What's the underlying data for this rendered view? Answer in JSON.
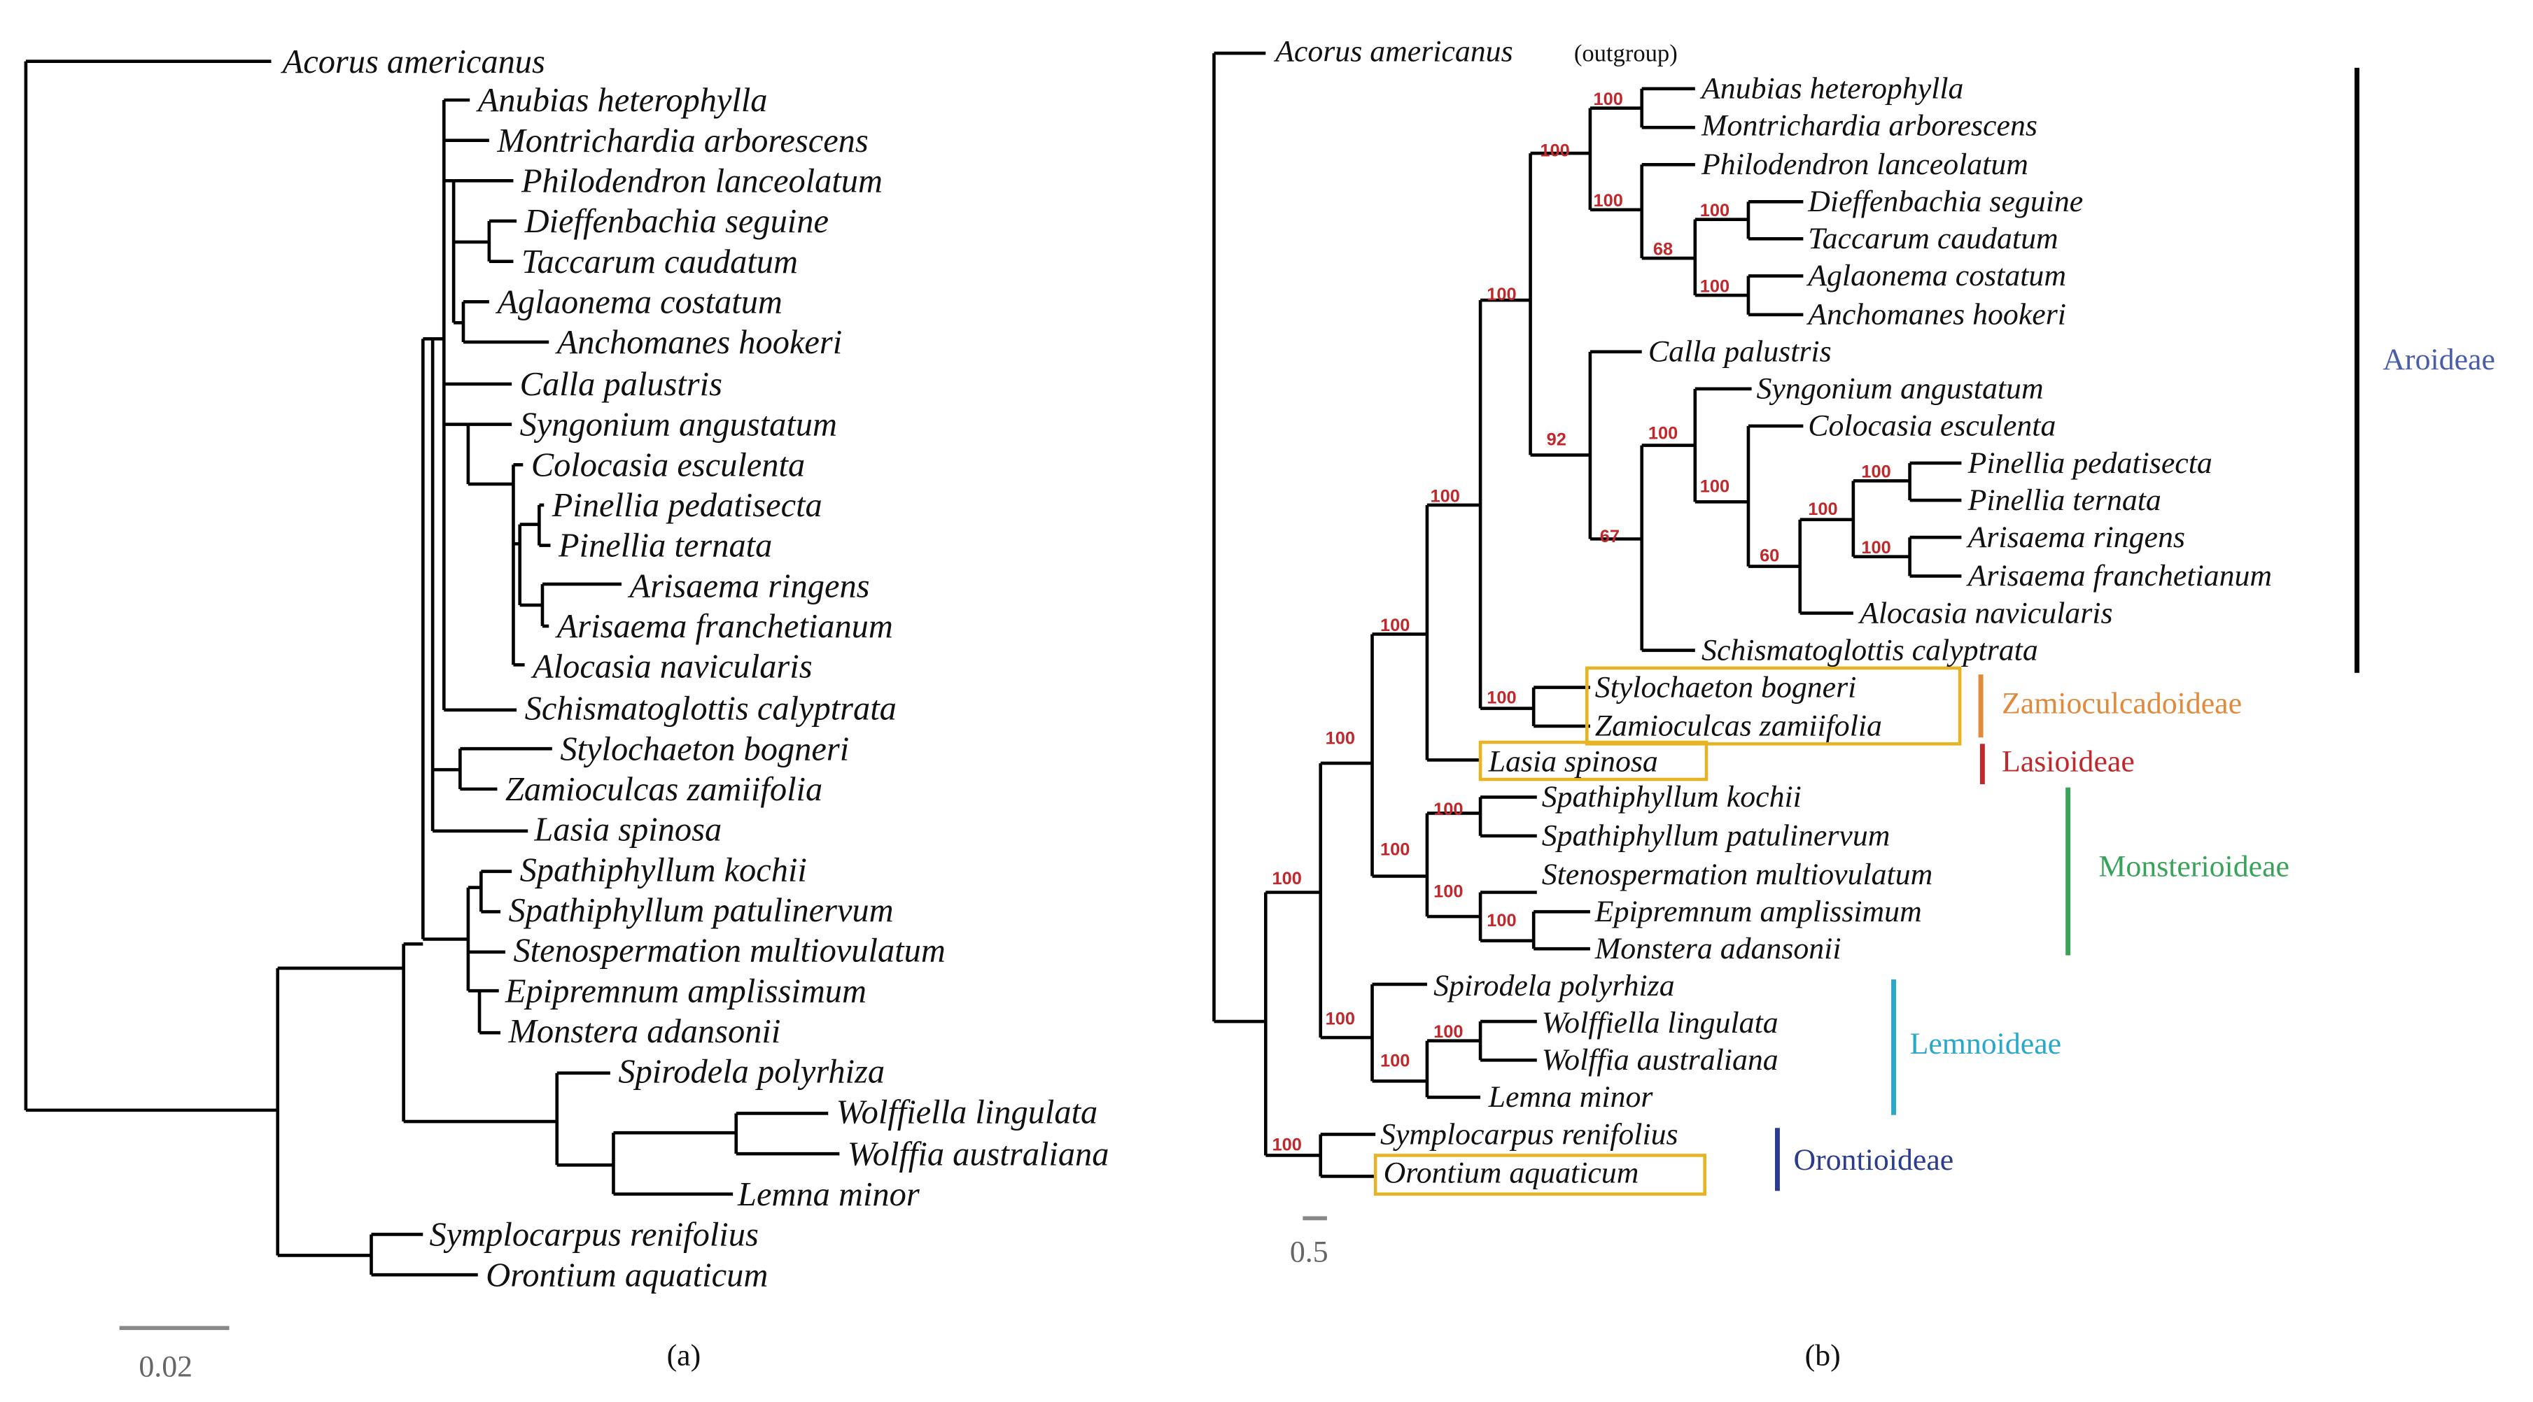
{
  "panel_a": {
    "panel_label": "(a)",
    "scale_label": "0.02",
    "taxa": [
      "Acorus americanus",
      "Anubias heterophylla",
      "Montrichardia arborescens",
      "Philodendron lanceolatum",
      "Dieffenbachia seguine",
      "Taccarum caudatum",
      "Aglaonema costatum",
      "Anchomanes hookeri",
      "Calla palustris",
      "Syngonium angustatum",
      "Colocasia esculenta",
      "Pinellia pedatisecta",
      "Pinellia ternata",
      "Arisaema ringens",
      "Arisaema franchetianum",
      "Alocasia navicularis",
      "Schismatoglottis calyptrata",
      "Stylochaeton bogneri",
      "Zamioculcas zamiifolia",
      "Lasia spinosa",
      "Spathiphyllum kochii",
      "Spathiphyllum patulinervum",
      "Stenospermation multiovulatum",
      "Epipremnum amplissimum",
      "Monstera adansonii",
      "Spirodela polyrhiza",
      "Wolffiella lingulata",
      "Wolffia australiana",
      "Lemna minor",
      "Symplocarpus renifolius",
      "Orontium aquaticum"
    ]
  },
  "panel_b": {
    "panel_label": "(b)",
    "scale_label": "0.5",
    "outgroup_note": "(outgroup)",
    "taxa": [
      "Acorus americanus",
      "Anubias heterophylla",
      "Montrichardia arborescens",
      "Philodendron lanceolatum",
      "Dieffenbachia seguine",
      "Taccarum caudatum",
      "Aglaonema costatum",
      "Anchomanes hookeri",
      "Calla palustris",
      "Syngonium angustatum",
      "Colocasia esculenta",
      "Pinellia pedatisecta",
      "Pinellia ternata",
      "Arisaema ringens",
      "Arisaema franchetianum",
      "Alocasia navicularis",
      "Schismatoglottis calyptrata",
      "Stylochaeton bogneri",
      "Zamioculcas zamiifolia",
      "Lasia spinosa",
      "Spathiphyllum kochii",
      "Spathiphyllum patulinervum",
      "Stenospermation multiovulatum",
      "Epipremnum amplissimum",
      "Monstera adansonii",
      "Spirodela polyrhiza",
      "Wolffiella lingulata",
      "Wolffia australiana",
      "Lemna minor",
      "Symplocarpus renifolius",
      "Orontium aquaticum"
    ],
    "support_values": [
      "100",
      "100",
      "100",
      "100",
      "68",
      "100",
      "100",
      "92",
      "67",
      "100",
      "100",
      "100",
      "60",
      "100",
      "100",
      "100",
      "100",
      "100",
      "100",
      "100",
      "100",
      "100",
      "100",
      "100",
      "100"
    ],
    "clades": [
      {
        "label": "Aroideae",
        "color": "#4a5ea8"
      },
      {
        "label": "Zamioculcadoideae",
        "color": "#e08a3c"
      },
      {
        "label": "Lasioideae",
        "color": "#c0282c"
      },
      {
        "label": "Monsterioideae",
        "color": "#3aa35a"
      },
      {
        "label": "Lemnoideae",
        "color": "#2aa8c8"
      },
      {
        "label": "Orontioideae",
        "color": "#2b3c8c"
      }
    ],
    "highlight_color": "#e6b422"
  }
}
